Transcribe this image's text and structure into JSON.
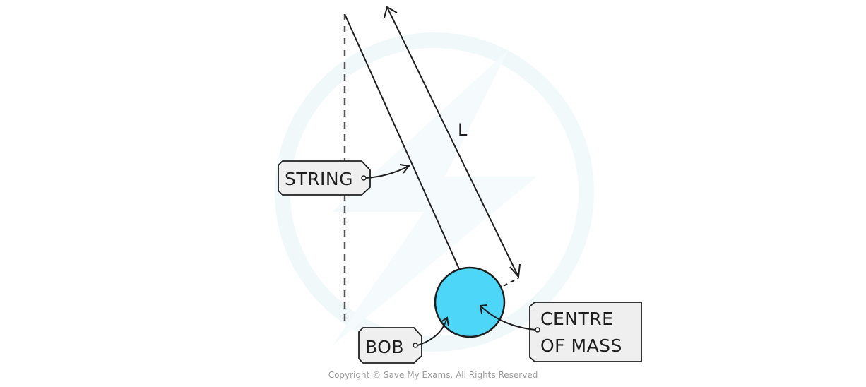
{
  "labels": {
    "string": "STRING",
    "length": "L",
    "bob": "BOB",
    "centre_line1": "CENTRE",
    "centre_line2": "OF  MASS"
  },
  "copyright": "Copyright © Save My Exams. All Rights Reserved",
  "colors": {
    "bob_fill": "#4dd6f8",
    "ink": "#1e1e1e",
    "tag_fill": "#efefef",
    "watermark": "#e8f5f7"
  }
}
